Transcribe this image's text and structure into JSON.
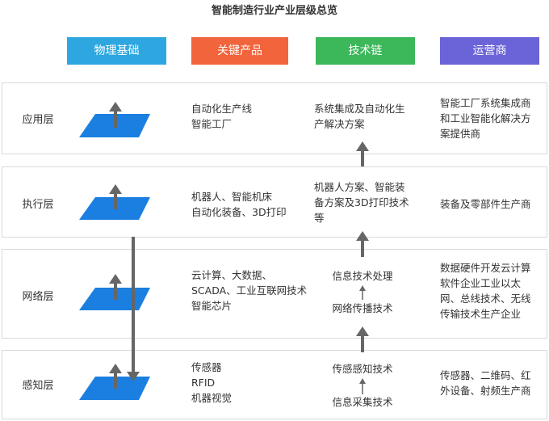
{
  "title": "智能制造行业产业层级总览",
  "headers": [
    {
      "label": "物理基础",
      "color": "#2ea7e0"
    },
    {
      "label": "关键产品",
      "color": "#f2643c"
    },
    {
      "label": "技术链",
      "color": "#3cb75a"
    },
    {
      "label": "运营商",
      "color": "#6b63d8"
    }
  ],
  "layers": [
    {
      "label": "应用层",
      "products": "自动化生产线\n智能工厂",
      "tech": [
        "系统集成及自动化生\n产解决方案"
      ],
      "operators": "智能工厂系统集成商\n和工业智能化解决方\n案提供商"
    },
    {
      "label": "执行层",
      "products": "机器人、智能机床\n自动化装备、3D打印",
      "tech": [
        "机器人方案、智能装\n备方案及3D打印技术\n等"
      ],
      "operators": "装备及零部件生产商"
    },
    {
      "label": "网络层",
      "products": "云计算、大数据、\nSCADA、工业互联网技术\n智能芯片",
      "tech": [
        "信息技术处理",
        "网络传播技术"
      ],
      "operators": "数据硬件开发云计算\n软件企业工业以太\n网、总线技术、无线\n传输技术生产企业"
    },
    {
      "label": "感知层",
      "products": "传感器\nRFID\n机器视觉",
      "tech": [
        "传感感知技术",
        "信息采集技术"
      ],
      "operators": "传感器、二维码、红\n外设备、射频生产商"
    }
  ],
  "colors": {
    "plane": "#1a7fe0",
    "arrow": "#666666",
    "border": "#d9d9d9"
  }
}
